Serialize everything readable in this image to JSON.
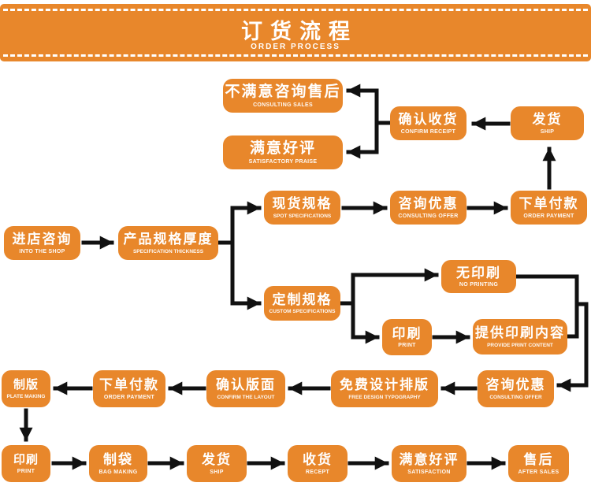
{
  "header": {
    "title": "订货流程",
    "subtitle": "ORDER PROCESS"
  },
  "colors": {
    "accent": "#E8872B",
    "arrow": "#111111",
    "text_on_accent": "#FFFFFF",
    "background": "#FFFFFF"
  },
  "nodes": {
    "consulting_sales": {
      "zh": "不满意咨询售后",
      "en": "CONSULTING SALES"
    },
    "satisfactory_praise": {
      "zh": "满意好评",
      "en": "SATISFACTORY PRAISE"
    },
    "confirm_receipt": {
      "zh": "确认收货",
      "en": "CONFIRM RECEIPT"
    },
    "ship_top": {
      "zh": "发货",
      "en": "SHIP"
    },
    "into_the_shop": {
      "zh": "进店咨询",
      "en": "INTO THE SHOP"
    },
    "spec_thickness": {
      "zh": "产品规格厚度",
      "en": "SPECIFICATION THICKNESS"
    },
    "spot_specs": {
      "zh": "现货规格",
      "en": "SPOT SPECIFICATIONS"
    },
    "consulting_offer_top": {
      "zh": "咨询优惠",
      "en": "CONSULTING OFFER"
    },
    "order_payment_top": {
      "zh": "下单付款",
      "en": "ORDER PAYMENT"
    },
    "custom_specs": {
      "zh": "定制规格",
      "en": "CUSTOM SPECIFICATIONS"
    },
    "no_printing": {
      "zh": "无印刷",
      "en": "NO PRINTING"
    },
    "print_mid": {
      "zh": "印刷",
      "en": "PRINT"
    },
    "provide_print_content": {
      "zh": "提供印刷内容",
      "en": "PROVIDE PRINT CONTENT"
    },
    "plate_making": {
      "zh": "制版",
      "en": "PLATE MAKING"
    },
    "order_payment_bottom": {
      "zh": "下单付款",
      "en": "ORDER PAYMENT"
    },
    "confirm_layout": {
      "zh": "确认版面",
      "en": "CONFIRM THE LAYOUT"
    },
    "free_design": {
      "zh": "免费设计排版",
      "en": "FREE DESIGN TYPOGRAPHY"
    },
    "consulting_offer_bottom": {
      "zh": "咨询优惠",
      "en": "CONSULTING OFFER"
    },
    "print_bottom": {
      "zh": "印刷",
      "en": "PRINT"
    },
    "bag_making": {
      "zh": "制袋",
      "en": "BAG MAKING"
    },
    "ship_bottom": {
      "zh": "发货",
      "en": "SHIP"
    },
    "receipt": {
      "zh": "收货",
      "en": "RECEPT"
    },
    "satisfaction": {
      "zh": "满意好评",
      "en": "SATISFACTION"
    },
    "after_sales": {
      "zh": "售后",
      "en": "AFTER SALES"
    }
  }
}
